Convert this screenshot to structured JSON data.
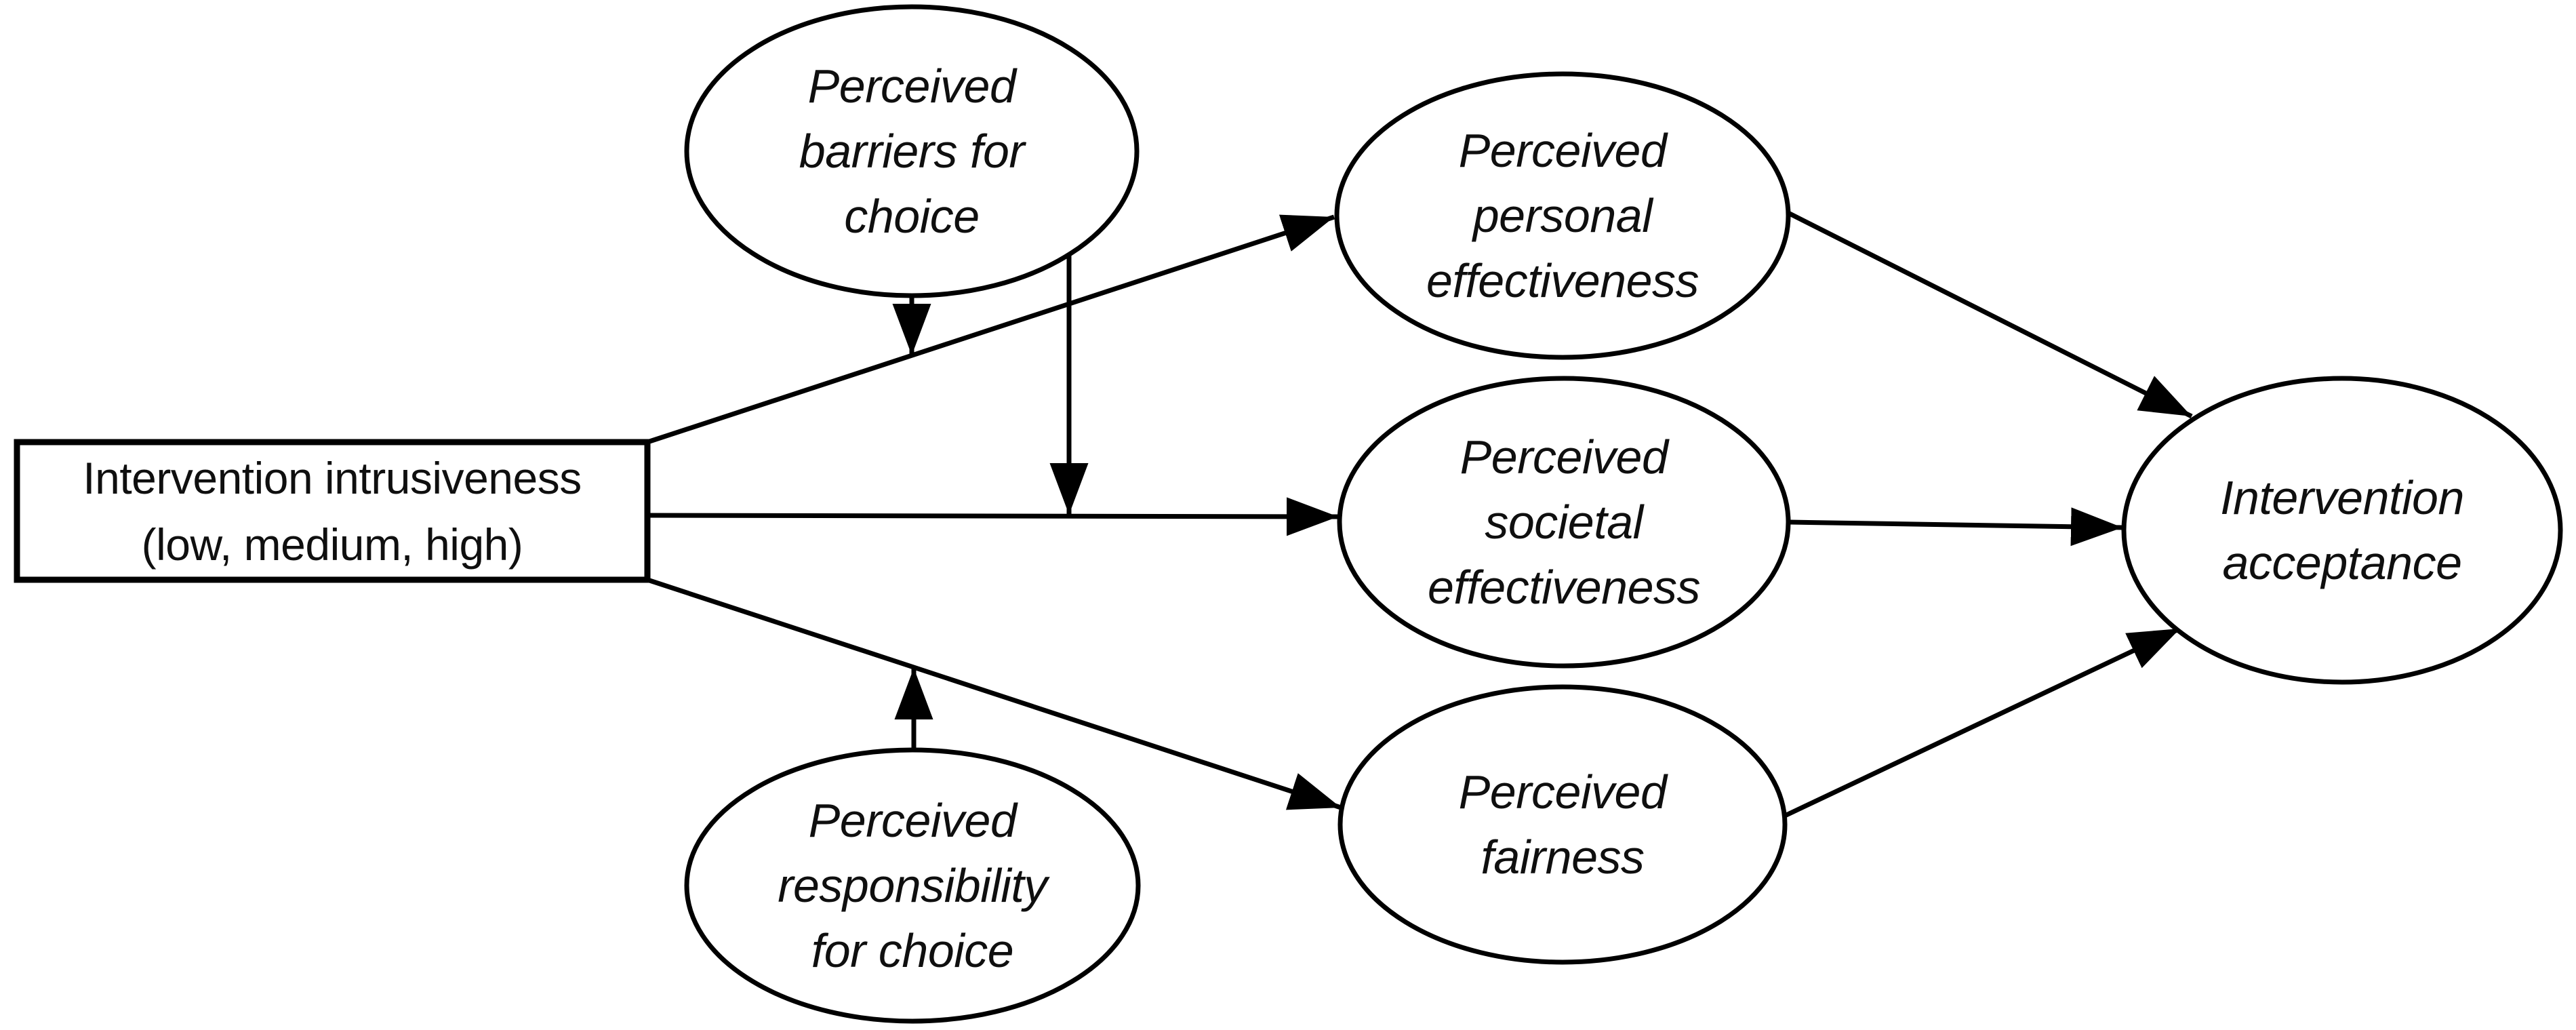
{
  "figure": {
    "background": "#ffffff",
    "stroke_color": "#000000",
    "text_color": "#0f0f0f",
    "nodes": {
      "intrusiveness": {
        "shape": "rectangle",
        "label": "Intervention intrusiveness\n(low, medium, high)"
      },
      "barriers": {
        "shape": "ellipse",
        "label": "Perceived\nbarriers for\nchoice"
      },
      "responsibility": {
        "shape": "ellipse",
        "label": "Perceived\nresponsibility\nfor choice"
      },
      "personal": {
        "shape": "ellipse",
        "label": "Perceived\npersonal\neffectiveness"
      },
      "societal": {
        "shape": "ellipse",
        "label": "Perceived\nsocietal\neffectiveness"
      },
      "fairness": {
        "shape": "ellipse",
        "label": "Perceived\nfairness"
      },
      "acceptance": {
        "shape": "ellipse",
        "label": "Intervention\nacceptance"
      }
    },
    "edges": [
      {
        "id": "intrusiveness-to-personal",
        "from": "intrusiveness",
        "to": "personal",
        "kind": "arrow"
      },
      {
        "id": "intrusiveness-to-societal",
        "from": "intrusiveness",
        "to": "societal",
        "kind": "arrow"
      },
      {
        "id": "intrusiveness-to-fairness",
        "from": "intrusiveness",
        "to": "fairness",
        "kind": "arrow"
      },
      {
        "id": "personal-to-acceptance",
        "from": "personal",
        "to": "acceptance",
        "kind": "arrow"
      },
      {
        "id": "societal-to-acceptance",
        "from": "societal",
        "to": "acceptance",
        "kind": "arrow"
      },
      {
        "id": "fairness-to-acceptance",
        "from": "fairness",
        "to": "acceptance",
        "kind": "arrow"
      },
      {
        "id": "barriers-onto-personal-path",
        "from": "barriers",
        "to": "edge intrusiveness-to-personal",
        "kind": "moderation-arrow"
      },
      {
        "id": "barriers-onto-societal-path",
        "from": "barriers",
        "to": "edge intrusiveness-to-societal",
        "kind": "moderation-arrow"
      },
      {
        "id": "responsibility-onto-fairness-path",
        "from": "responsibility",
        "to": "edge intrusiveness-to-fairness",
        "kind": "moderation-arrow"
      }
    ]
  }
}
